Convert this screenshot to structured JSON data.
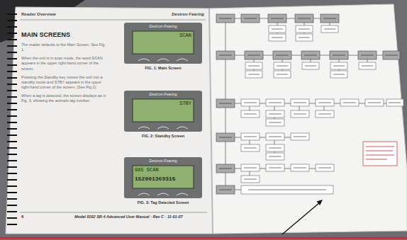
{
  "diagram": {
    "title": "MAIN SCREENS",
    "labels": [
      "Reader Overview",
      "Destron Fearing",
      "The reader defaults to the Main Screen. See Fig. 1.",
      "When the unit is in scan mode, the word SCAN appears in the upper right-hand corner of the screen.",
      "Pressing the Standby key moves the unit into a standby mode and STBY appears in the upper right-hand corner of the screen. (See Fig 2)",
      "When a tag is detected, the screen displays as in Fig. 3, showing the animals tag number.",
      "Destron Fearing",
      "SCAN",
      "FIG. 1: Main Screen",
      "Destron Fearing",
      "STBY",
      "FIG. 2: Standby Screen",
      "Destron Fearing",
      "985 SCAN",
      "152001369315",
      "FIG. 3: Tag Detected Screen",
      "6",
      "Model 8202 SR-4 Advanced User Manual - Rev C - 11-01-07"
    ]
  }
}
